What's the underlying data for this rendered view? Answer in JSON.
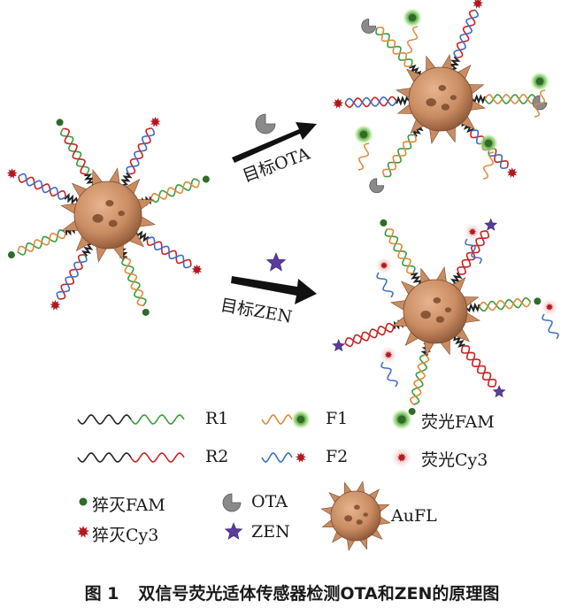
{
  "arrows": {
    "top_label": "目标OTA",
    "bottom_label": "目标ZEN"
  },
  "legend": {
    "r1": "R1",
    "r2": "R2",
    "f1": "F1",
    "f2": "F2",
    "fam": "荧光FAM",
    "cy3": "荧光Cy3",
    "quenched_fam": "猝灭FAM",
    "quenched_cy3": "猝灭Cy3",
    "ota": "OTA",
    "zen": "ZEN",
    "aufl": "AuFL"
  },
  "caption": {
    "number": "图 1",
    "text": "双信号荧光适体传感器检测OTA和ZEN的原理图"
  },
  "colors": {
    "nanoflower": "#c98c62",
    "nanoflower_dark": "#7a4a2c",
    "fam_dark": "#2f6b2a",
    "fam_glow": "#6cc24a",
    "cy3": "#b3181f",
    "cy3_glow": "#e9a8a8",
    "strand_green": "#3a9c3a",
    "strand_red": "#cc2222",
    "strand_orange": "#e08a3a",
    "strand_blue": "#3a6cc8",
    "zen_star": "#5a3c9c",
    "ota": "#8a8a8a"
  }
}
